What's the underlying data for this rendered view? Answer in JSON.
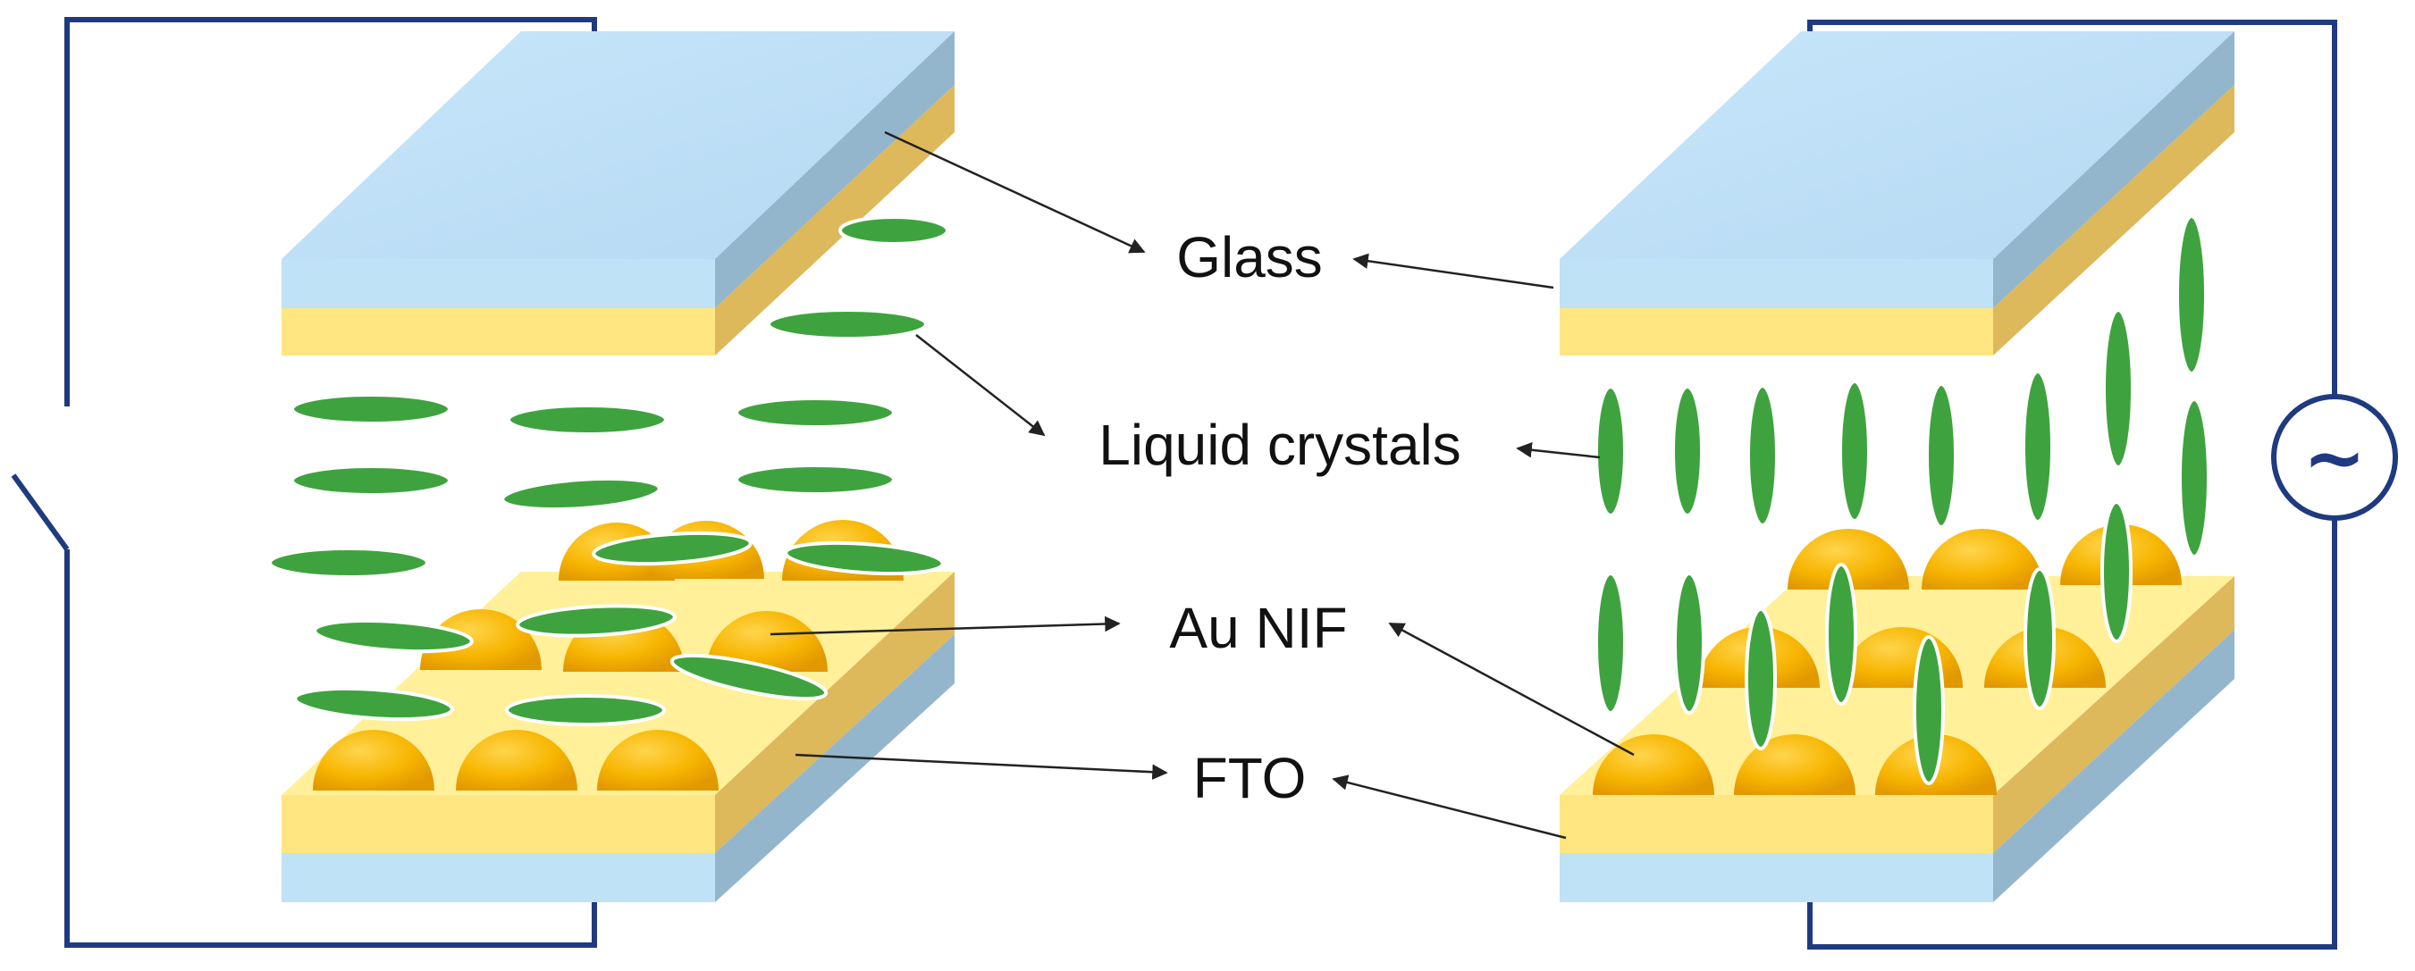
{
  "labels": {
    "glass": "Glass",
    "liquid_crystals": "Liquid crystals",
    "au_nif": "Au NIF",
    "fto": "FTO"
  },
  "ac_source": {
    "symbol": "~"
  },
  "colors": {
    "glass_top": "#cde8f8",
    "glass_front": "#bfe2f6",
    "glass_side": "#94b6cc",
    "fto_front": "#ffe680",
    "fto_top": "#fff099",
    "fto_side": "#ddb95c",
    "liquid_crystal": "#3ea33e",
    "gold_nanoparticle": "#f6b400",
    "circuit_wire": "#1f3a80",
    "arrow": "#222222"
  }
}
